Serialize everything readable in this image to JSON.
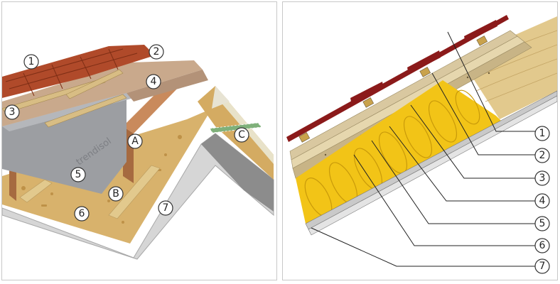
{
  "left_panel": {
    "callouts": [
      {
        "label": "1"
      },
      {
        "label": "2"
      },
      {
        "label": "3"
      },
      {
        "label": "4"
      },
      {
        "label": "A"
      },
      {
        "label": "5"
      },
      {
        "label": "B"
      },
      {
        "label": "6"
      },
      {
        "label": "7"
      },
      {
        "label": "C"
      }
    ],
    "membrane_print": "trendisol",
    "colors": {
      "tile": "#b04a2a",
      "insulation": "#9c9ea2",
      "osb": "#d8b26c",
      "rafter": "#c98a5c",
      "membrane": "#c9a98c",
      "sheet": "#d6d6d6"
    }
  },
  "right_panel": {
    "callouts": [
      {
        "label": "1"
      },
      {
        "label": "2"
      },
      {
        "label": "3"
      },
      {
        "label": "4"
      },
      {
        "label": "5"
      },
      {
        "label": "6"
      },
      {
        "label": "7"
      }
    ],
    "colors": {
      "roofing": "#8b1a1a",
      "wool": "#f2c417",
      "timber": "#e2c98d",
      "board": "#d9c8a0"
    }
  }
}
